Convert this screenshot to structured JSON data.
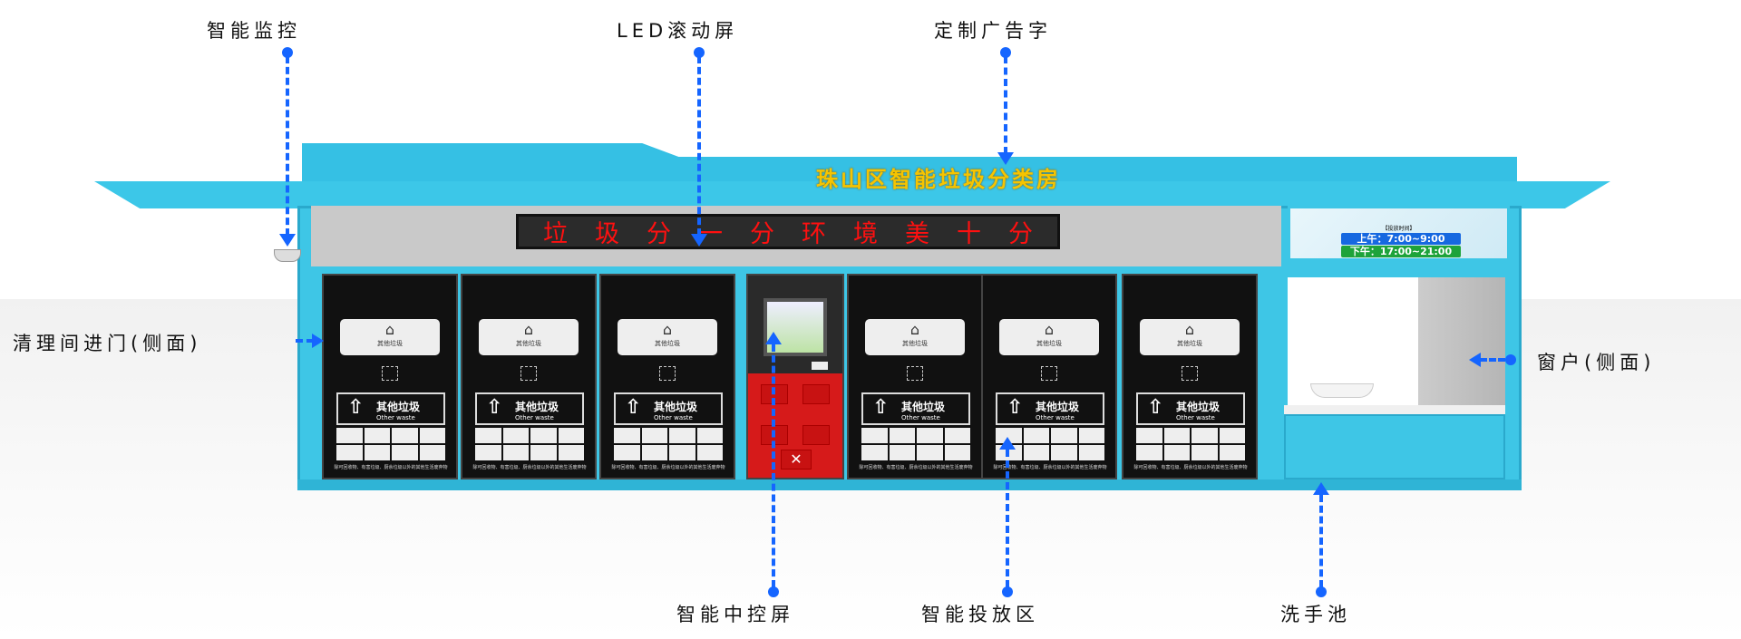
{
  "annotations": {
    "monitor": "智能监控",
    "led_screen": "LED滚动屏",
    "custom_sign": "定制广告字",
    "cleaning_door": "清理间进门(侧面)",
    "window": "窗户(侧面)",
    "control_screen": "智能中控屏",
    "drop_zone": "智能投放区",
    "hand_sink": "洗手池"
  },
  "building": {
    "title": "珠山区智能垃圾分类房",
    "led_text": [
      "垃",
      "圾",
      "分",
      "一",
      "分",
      "环",
      "境",
      "美",
      "十",
      "分"
    ],
    "schedule": {
      "heading": "【投放时间】",
      "morning": "上午：7:00~9:00",
      "afternoon": "下午：17:00~21:00"
    },
    "bins": [
      {
        "lid": "其他垃圾",
        "sign": "其他垃圾",
        "sign_en": "Other waste",
        "note": "除可回收物、有害垃圾、厨余垃圾以外的其他生活废弃物"
      },
      {
        "lid": "其他垃圾",
        "sign": "其他垃圾",
        "sign_en": "Other waste",
        "note": "除可回收物、有害垃圾、厨余垃圾以外的其他生活废弃物"
      },
      {
        "lid": "其他垃圾",
        "sign": "其他垃圾",
        "sign_en": "Other waste",
        "note": "除可回收物、有害垃圾、厨余垃圾以外的其他生活废弃物"
      },
      {
        "lid": "其他垃圾",
        "sign": "其他垃圾",
        "sign_en": "Other waste",
        "note": "除可回收物、有害垃圾、厨余垃圾以外的其他生活废弃物"
      },
      {
        "lid": "其他垃圾",
        "sign": "其他垃圾",
        "sign_en": "Other waste",
        "note": "除可回收物、有害垃圾、厨余垃圾以外的其他生活废弃物"
      },
      {
        "lid": "其他垃圾",
        "sign": "其他垃圾",
        "sign_en": "Other waste",
        "note": "除可回收物、有害垃圾、厨余垃圾以外的其他生活废弃物"
      }
    ]
  }
}
